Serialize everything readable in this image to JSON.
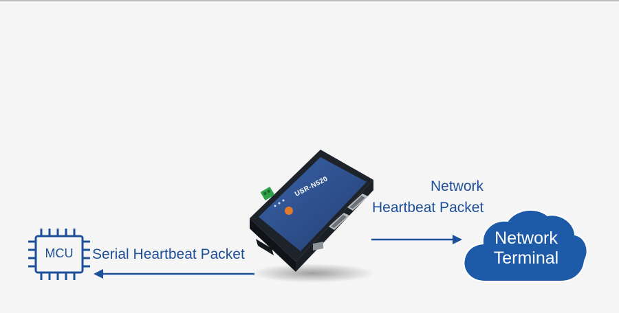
{
  "mcu": {
    "label": "MCU"
  },
  "serial_link": {
    "label": "Serial Heartbeat Packet"
  },
  "network_link": {
    "line1": "Network",
    "line2": "Heartbeat Packet"
  },
  "terminal": {
    "line1": "Network",
    "line2": "Terminal"
  },
  "device": {
    "model": "USR-N520"
  },
  "colors": {
    "accent": "#1d4f9a",
    "cloud": "#1d5aa8",
    "device_panel": "#2a4f8f",
    "device_body": "#1b1f26"
  }
}
